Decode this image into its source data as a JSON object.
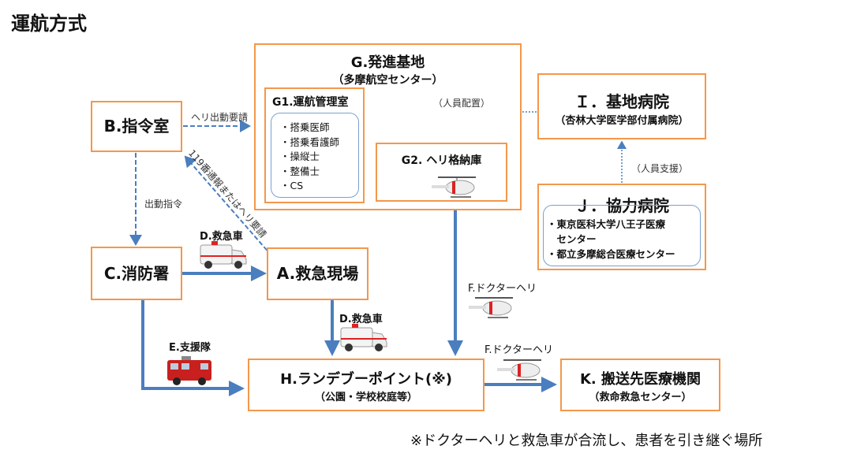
{
  "title": "運航方式",
  "nodes": {
    "A": {
      "label": "A.救急現場"
    },
    "B": {
      "label": "B.指令室"
    },
    "C": {
      "label": "C.消防署"
    },
    "G": {
      "label": "G.発進基地",
      "sub": "（多摩航空センター）"
    },
    "G1": {
      "label": "G1.運航管理室",
      "items": [
        "・搭乗医師",
        "・搭乗看護師",
        "・操縦士",
        "・整備士",
        "・CS"
      ]
    },
    "G2": {
      "label": "G2. ヘリ格納庫"
    },
    "I": {
      "label": "Ｉ．基地病院",
      "sub": "（杏林大学医学部付属病院）"
    },
    "J": {
      "label": "Ｊ．協力病院",
      "items": [
        "・東京医科大学八王子医療",
        "　センター",
        "・都立多摩総合医療センター"
      ]
    },
    "H": {
      "label": "H.ランデブーポイント(※)",
      "sub": "（公園・学校校庭等）"
    },
    "K": {
      "label": "K. 搬送先医療機関",
      "sub": "（救命救急センター）"
    }
  },
  "edges": {
    "heli_request": "ヘリ出動要請",
    "dispatch_order": "出動指令",
    "call_119": "119番通報またはヘリ要請",
    "staff_assign": "（人員配置）",
    "staff_support": "（人員支援）",
    "ambulance1": "D.救急車",
    "ambulance2": "D.救急車",
    "support_team": "E.支援隊",
    "doctor_heli1": "F.ドクターヘリ",
    "doctor_heli2": "F.ドクターヘリ"
  },
  "footnote": "※ドクターヘリと救急車が合流し、患者を引き継ぐ場所",
  "colors": {
    "box_border": "#f4974a",
    "arrow": "#4a7ebf"
  }
}
